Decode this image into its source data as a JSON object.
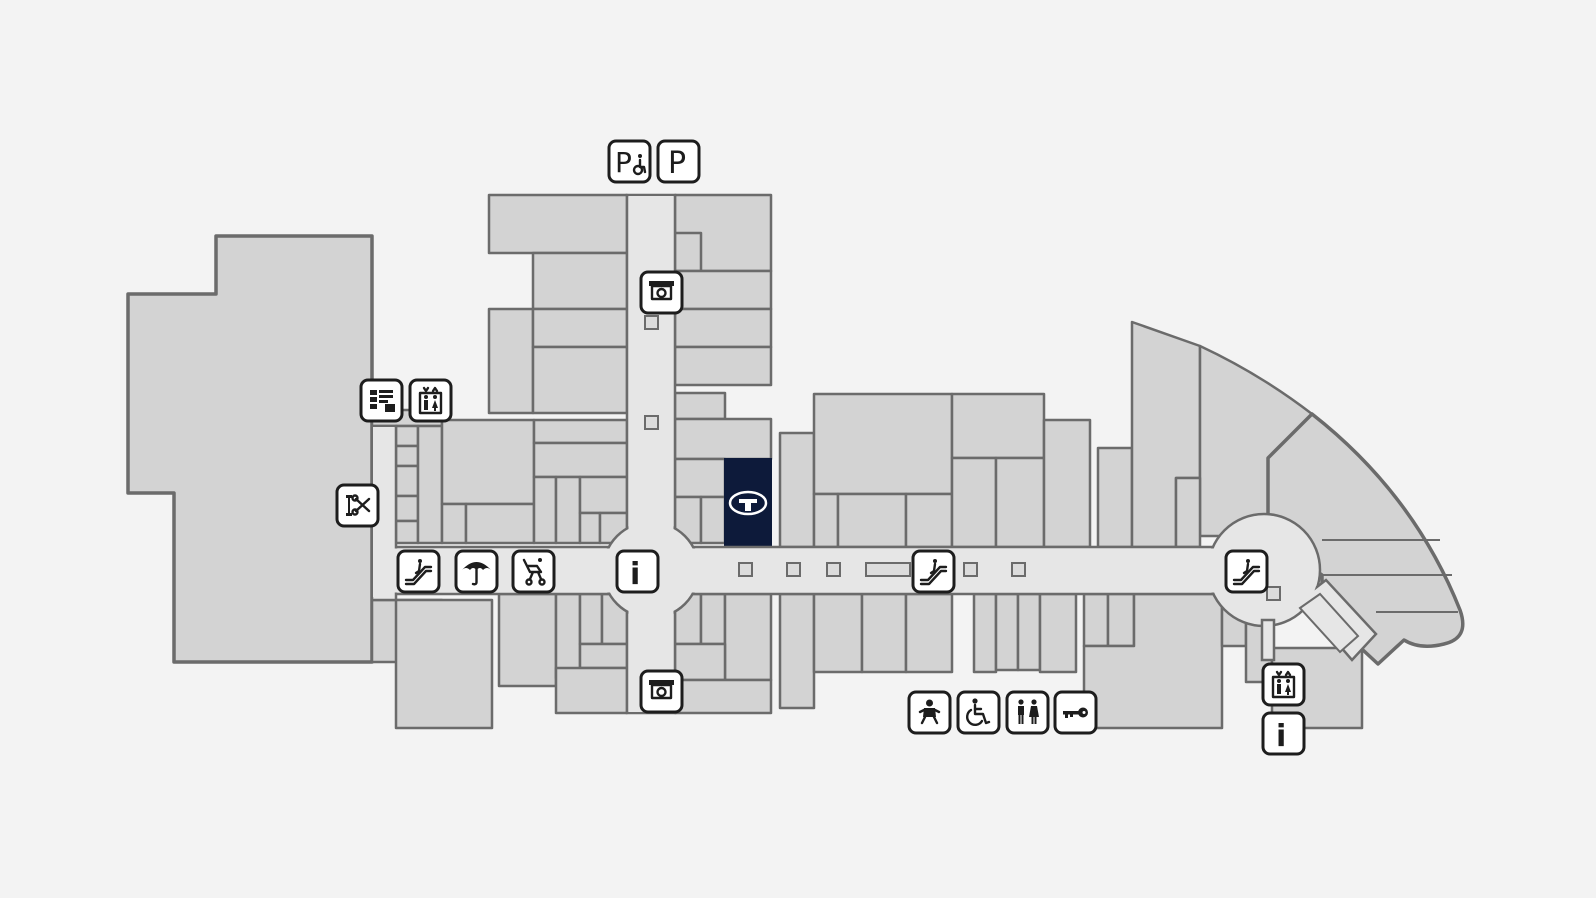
{
  "map": {
    "highlighted_store": {
      "name": "Telstra",
      "icon": "telstra-logo-icon",
      "color": "#0d1a3a"
    },
    "colors": {
      "background": "#f3f3f3",
      "store_fill": "#d3d3d3",
      "corridor_fill": "#e6e6e6",
      "outline": "#6b6b6b",
      "icon_border": "#1d1d1d"
    },
    "legend_icons": {
      "info": {
        "label": "i",
        "icon": "information-icon"
      },
      "parking": {
        "label": "P",
        "icon": "parking-icon"
      },
      "accessible_parking": {
        "label": "P",
        "icon": "accessible-parking-icon"
      }
    },
    "amenities": [
      "accessible-parking-icon",
      "parking-icon",
      "atm-icon",
      "directory-board-icon",
      "lift-icon",
      "tailor-icon",
      "escalator-icon",
      "umbrella-icon",
      "stroller-hire-icon",
      "information-icon",
      "baby-change-icon",
      "accessible-toilet-icon",
      "toilets-icon",
      "key-cutting-icon"
    ]
  }
}
